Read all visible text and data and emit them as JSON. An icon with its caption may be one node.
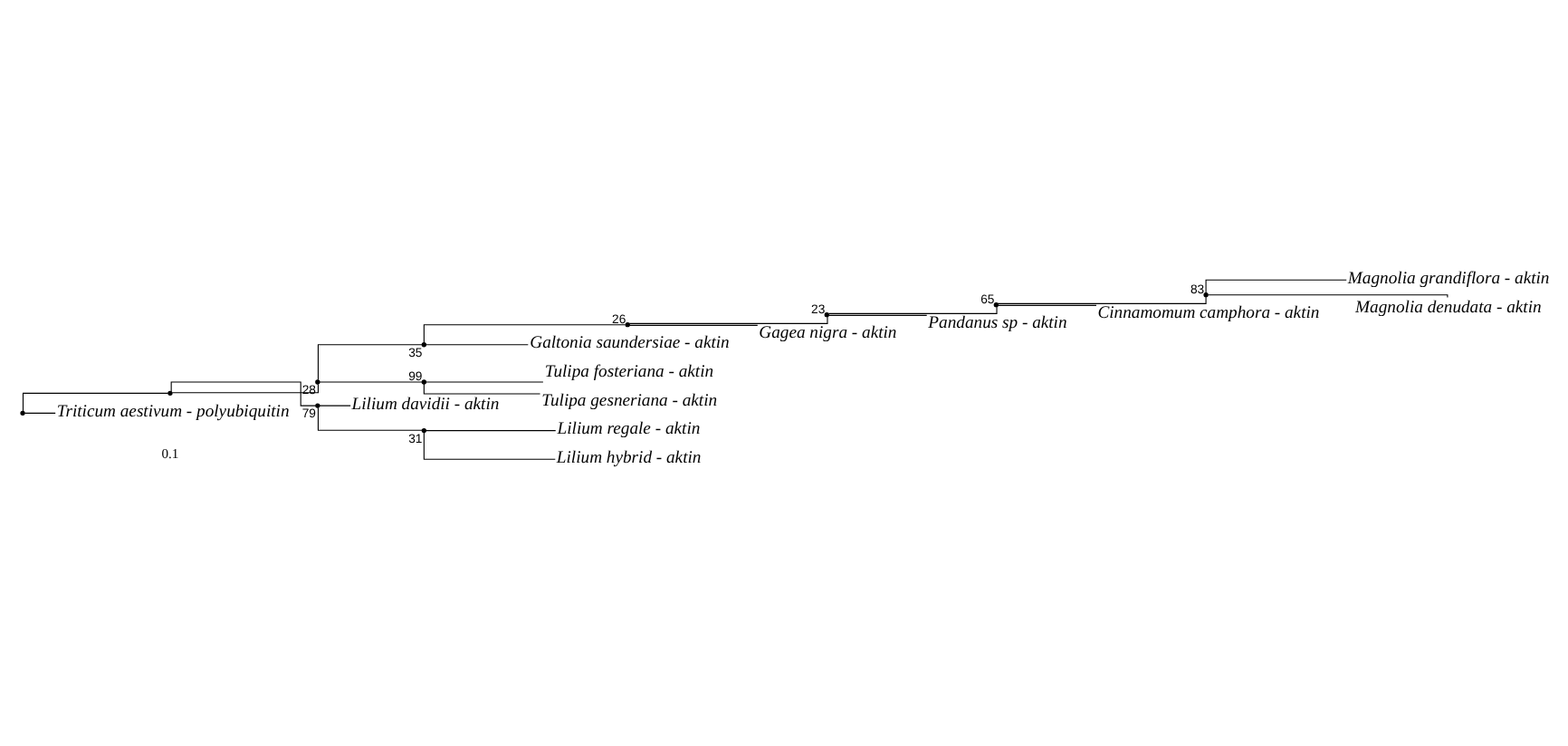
{
  "diagram": {
    "nodes": [
      {
        "text": [],
        "shape": "point"
      },
      {
        "text": [],
        "shape": "point"
      },
      {
        "text": [],
        "shape": "point",
        "beside": [
          "28"
        ]
      },
      {
        "text": [],
        "shape": "point",
        "beside": [
          "35"
        ]
      },
      {
        "text": [],
        "shape": "point",
        "beside": [
          "26"
        ]
      },
      {
        "text": [],
        "shape": "point",
        "beside": [
          "23"
        ]
      },
      {
        "text": [],
        "shape": "point",
        "beside": [
          "65"
        ]
      },
      {
        "text": [],
        "shape": "point",
        "beside": [
          "83"
        ]
      },
      {
        "text": [
          "Magnolia grandiflora - aktin"
        ]
      },
      {
        "text": [
          "Magnolia denudata - aktin"
        ]
      },
      {
        "text": [
          "Cinnamomum camphora - aktin"
        ]
      },
      {
        "text": [
          "Pandanus sp - aktin"
        ]
      },
      {
        "text": [
          "Gagea nigra - aktin"
        ]
      },
      {
        "text": [
          "Galtonia saundersiae - aktin"
        ]
      },
      {
        "text": [],
        "shape": "point",
        "beside": [
          "99"
        ]
      },
      {
        "text": [
          "Tulipa fosteriana - aktin"
        ]
      },
      {
        "text": [
          "Tulipa gesneriana - aktin"
        ]
      },
      {
        "text": [],
        "shape": "point",
        "beside": [
          "79"
        ]
      },
      {
        "text": [
          "Lilium davidii - aktin"
        ]
      },
      {
        "text": [],
        "shape": "point",
        "beside": [
          "31"
        ]
      },
      {
        "text": [
          "Lilium regale - aktin"
        ]
      },
      {
        "text": [
          "Lilium hybrid - aktin"
        ]
      },
      {
        "text": [
          "Triticum aestivum - polyubiquitin"
        ]
      }
    ],
    "edges": [
      {
        "from": 0,
        "to": 1,
        "arrow": "none"
      },
      {
        "from": 0,
        "to": 22,
        "arrow": "none"
      },
      {
        "from": 1,
        "to": 2,
        "arrow": "none"
      },
      {
        "from": 1,
        "to": 17,
        "arrow": "none"
      },
      {
        "from": 2,
        "to": 3,
        "arrow": "none"
      },
      {
        "from": 2,
        "to": 14,
        "arrow": "none"
      },
      {
        "from": 3,
        "to": 4,
        "arrow": "none"
      },
      {
        "from": 3,
        "to": 13,
        "arrow": "none"
      },
      {
        "from": 4,
        "to": 5,
        "arrow": "none"
      },
      {
        "from": 4,
        "to": 12,
        "arrow": "none"
      },
      {
        "from": 5,
        "to": 6,
        "arrow": "none"
      },
      {
        "from": 5,
        "to": 11,
        "arrow": "none"
      },
      {
        "from": 6,
        "to": 7,
        "arrow": "none"
      },
      {
        "from": 6,
        "to": 10,
        "arrow": "none"
      },
      {
        "from": 7,
        "to": 8,
        "arrow": "none"
      },
      {
        "from": 7,
        "to": 9,
        "arrow": "none"
      },
      {
        "from": 14,
        "to": 15,
        "arrow": "none"
      },
      {
        "from": 14,
        "to": 16,
        "arrow": "none"
      },
      {
        "from": 17,
        "to": 18,
        "arrow": "none"
      },
      {
        "from": 17,
        "to": 19,
        "arrow": "none"
      },
      {
        "from": 19,
        "to": 20,
        "arrow": "none"
      },
      {
        "from": 19,
        "to": 21,
        "arrow": "none"
      }
    ],
    "labels": [
      "0.1"
    ]
  }
}
